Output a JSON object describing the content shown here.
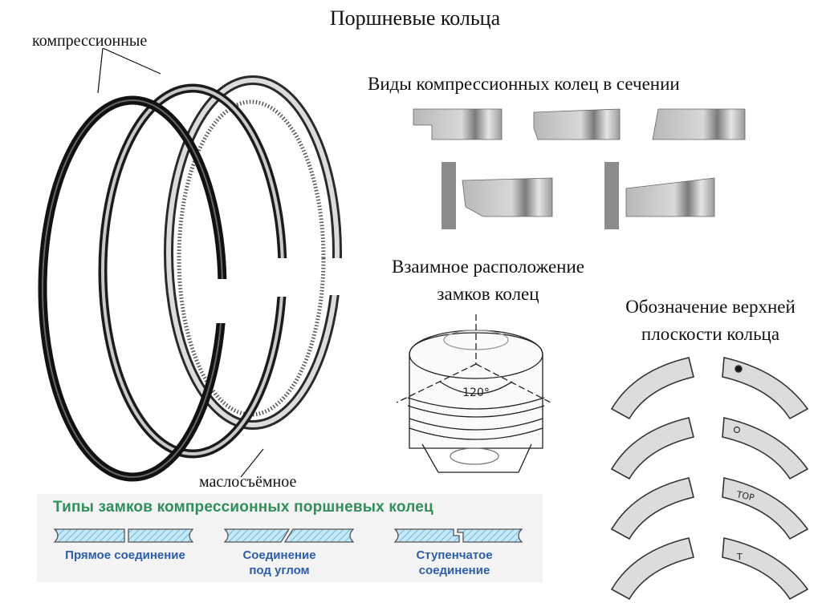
{
  "title": "Поршневые кольца",
  "labels": {
    "compression": "компрессионные",
    "oil_scraper": "маслосъёмное",
    "section_types": "Виды компрессионных колец в сечении",
    "lock_arrangement_line1": "Взаимное расположение",
    "lock_arrangement_line2": "замков колец",
    "angle": "120°",
    "top_mark_line1": "Обозначение верхней",
    "top_mark_line2": "плоскости кольца"
  },
  "lock_types": {
    "title": "Типы замков компрессионных поршневых колец",
    "straight": "Прямое соединение",
    "angled": "Соединение\nпод углом",
    "stepped": "Ступенчатое\nсоединение"
  },
  "ring_marks": [
    {
      "mark": "dot"
    },
    {
      "mark": "circle"
    },
    {
      "mark": "text",
      "text": "TOP"
    },
    {
      "mark": "text",
      "text": "T"
    }
  ],
  "colors": {
    "panel_title": "#2f8f58",
    "lock_label": "#2b5dae",
    "hatch": "#9fd4f0"
  }
}
